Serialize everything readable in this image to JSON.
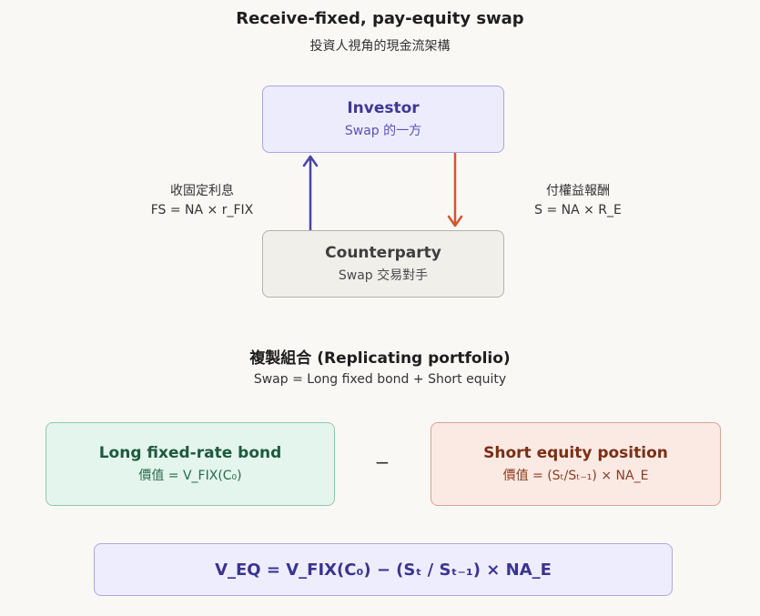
{
  "header": {
    "title": "Receive-fixed, pay-equity swap",
    "subtitle": "投資人視角的現金流架構"
  },
  "investor": {
    "name": "Investor",
    "role": "Swap 的一方"
  },
  "counterparty": {
    "name": "Counterparty",
    "role": "Swap 交易對手"
  },
  "flows": {
    "receive_fixed": {
      "label": "收固定利息",
      "formula": "FS = NA × r_FIX"
    },
    "pay_equity": {
      "label": "付權益報酬",
      "formula": "S = NA × R_E"
    }
  },
  "replication": {
    "title": "複製組合 (Replicating portfolio)",
    "equation": "Swap = Long fixed bond + Short equity",
    "long_bond": {
      "name": "Long fixed-rate bond",
      "value": "價值 = V_FIX(C₀)"
    },
    "operator": "−",
    "short_equity": {
      "name": "Short equity position",
      "value": "價值 = (Sₜ/Sₜ₋₁) × NA_E"
    },
    "result": "V_EQ = V_FIX(C₀) − (Sₜ / Sₜ₋₁) × NA_E"
  },
  "colors": {
    "receive_arrow": "#4a44a6",
    "pay_arrow": "#d2572b"
  }
}
